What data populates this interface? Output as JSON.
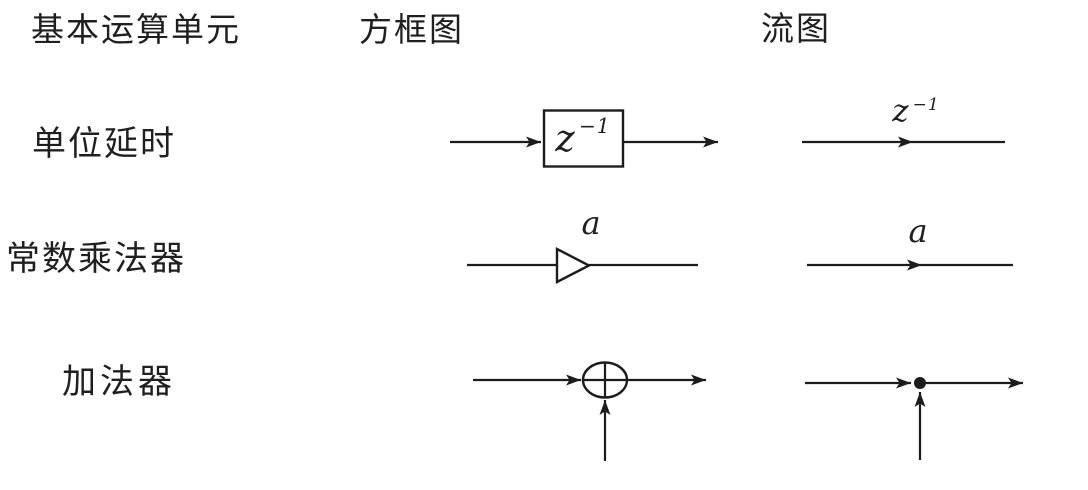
{
  "colors": {
    "line": "#1c1c1c",
    "text": "#1f1f1f",
    "background": "#ffffff"
  },
  "headers": {
    "unit": "基本运算单元",
    "block": "方框图",
    "flow": "流图"
  },
  "rows": [
    {
      "label": "单位延时",
      "block": {
        "symbol_base": "z",
        "symbol_sup": "−1"
      },
      "flow": {
        "symbol_base": "z",
        "symbol_sup": "−1"
      }
    },
    {
      "label": "常数乘法器",
      "block": {
        "symbol": "a"
      },
      "flow": {
        "symbol": "a"
      }
    },
    {
      "label": "加法器"
    }
  ]
}
